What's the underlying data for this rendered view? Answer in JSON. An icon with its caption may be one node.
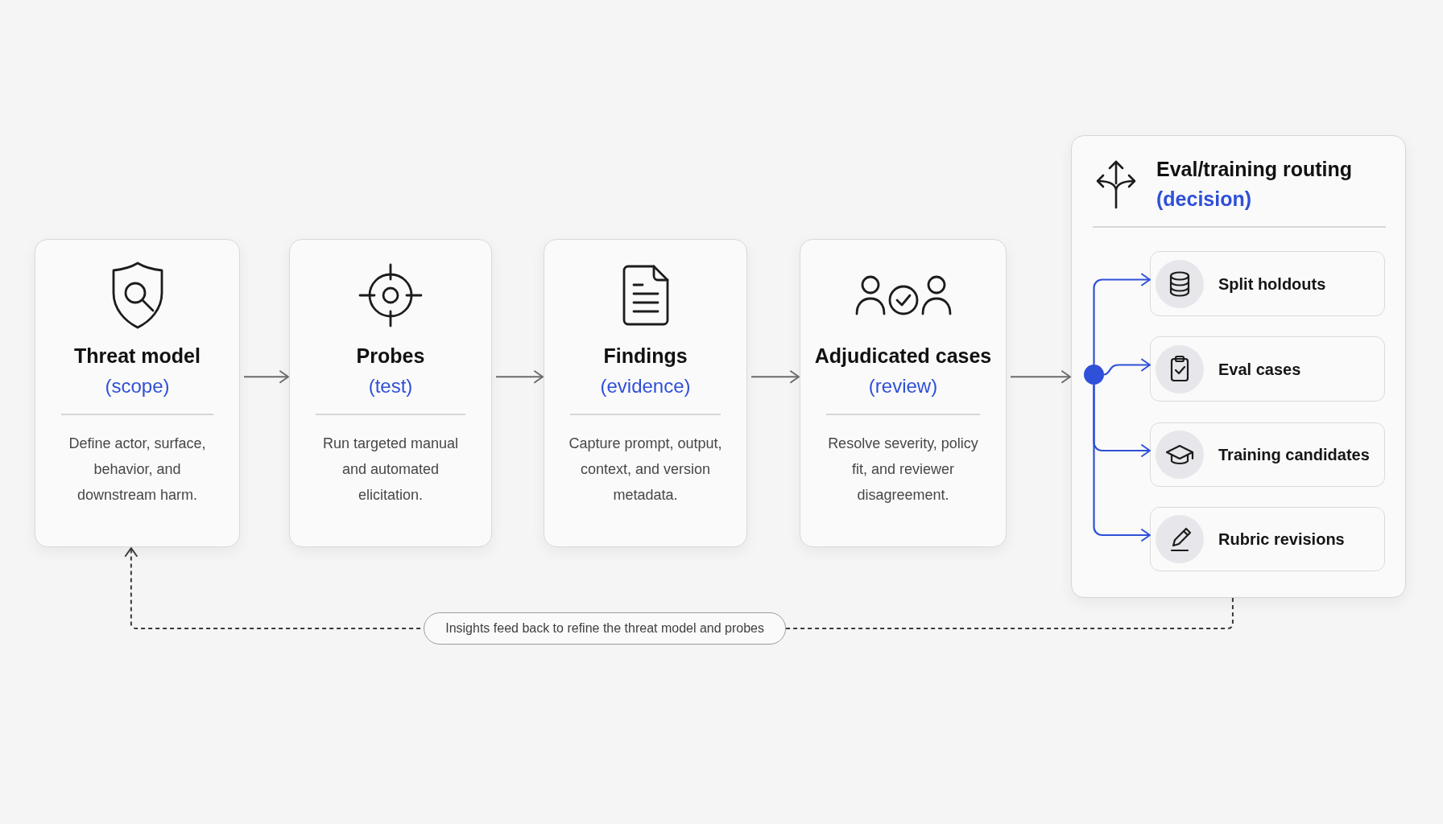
{
  "diagram": {
    "nodes": [
      {
        "text": [
          "Threat model",
          "(scope)",
          "Define actor, surface, behavior, and downstream harm."
        ]
      },
      {
        "text": [
          "Probes",
          "(test)",
          "Run targeted manual and automated elicitation."
        ]
      },
      {
        "text": [
          "Findings",
          "(evidence)",
          "Capture prompt, output, context, and version metadata."
        ]
      },
      {
        "text": [
          "Adjudicated cases",
          "(review)",
          "Resolve severity, policy fit, and reviewer disagreement."
        ]
      },
      {
        "text": [
          "Eval/training routing",
          "(decision)"
        ]
      },
      {
        "text": [],
        "shape": "circle",
        "in": 4
      },
      {
        "text": [
          "Split holdouts"
        ],
        "in": 4
      },
      {
        "text": [
          "Eval cases"
        ],
        "in": 4
      },
      {
        "text": [
          "Training candidates"
        ],
        "in": 4
      },
      {
        "text": [
          "Rubric revisions"
        ],
        "in": 4
      }
    ],
    "edges": [
      {
        "from": 0,
        "to": 1,
        "arrow": "to"
      },
      {
        "from": 1,
        "to": 2,
        "arrow": "to"
      },
      {
        "from": 2,
        "to": 3,
        "arrow": "to"
      },
      {
        "from": 3,
        "to": 4,
        "arrow": "to"
      },
      {
        "from": 5,
        "to": 6,
        "arrow": "to",
        "color": "#2f50d8"
      },
      {
        "from": 5,
        "to": 7,
        "arrow": "to",
        "color": "#2f50d8"
      },
      {
        "from": 5,
        "to": 8,
        "arrow": "to",
        "color": "#2f50d8"
      },
      {
        "from": 5,
        "to": 9,
        "arrow": "to",
        "color": "#2f50d8"
      },
      {
        "from": 4,
        "to": 0,
        "arrow": "to",
        "label": "Insights feed back to refine the threat model and probes",
        "style": "dashed",
        "color": "#3a3a3a"
      }
    ]
  }
}
